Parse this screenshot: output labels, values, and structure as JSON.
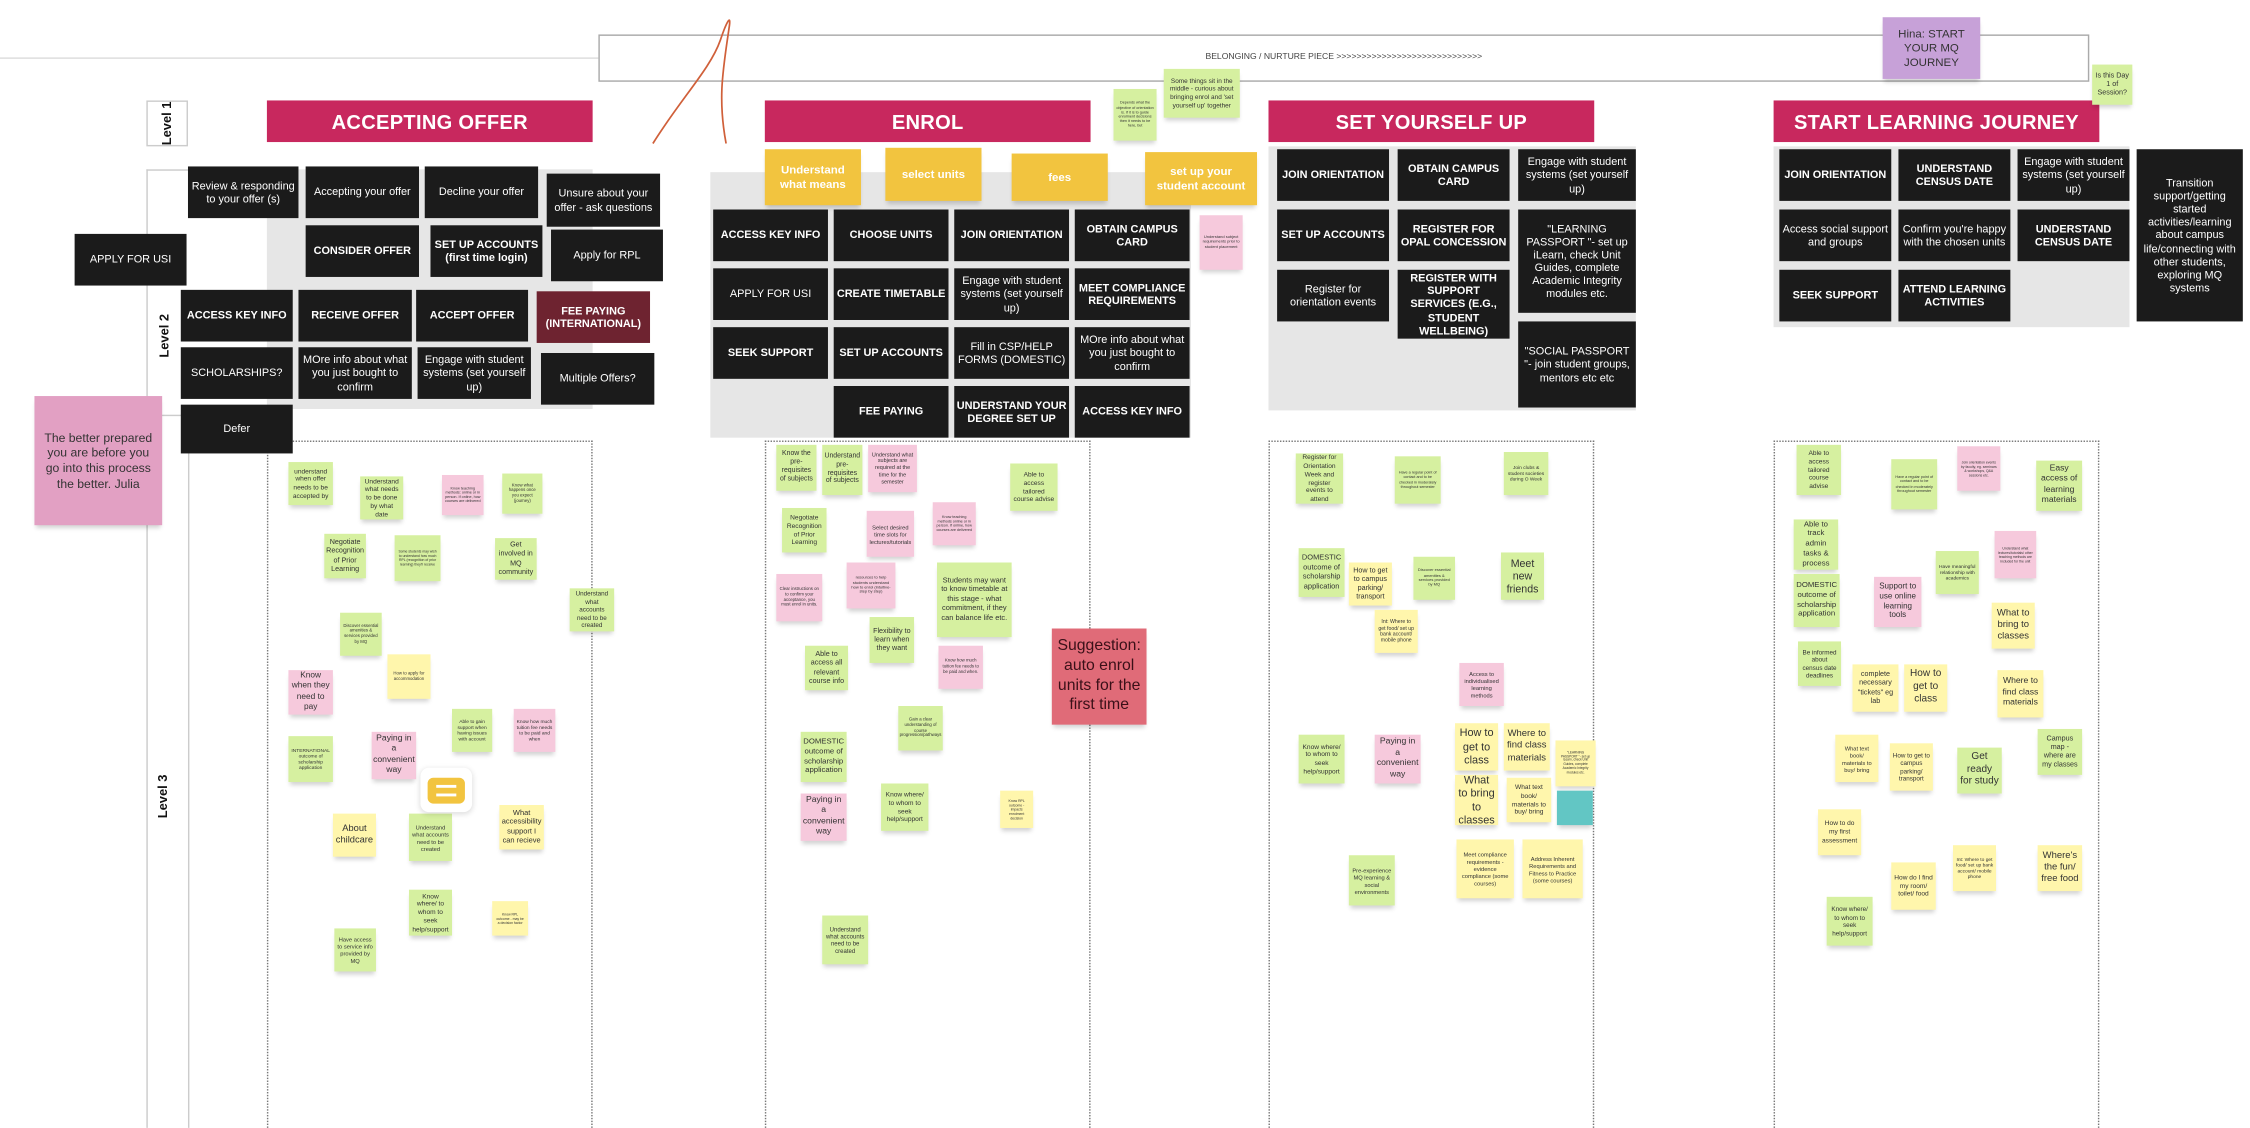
{
  "board": {
    "belonging_label": "BELONGING / NURTURE PIECE >>>>>>>>>>>>>>>>>>>>>>>>>>>>>",
    "level_labels": [
      "Level 1",
      "Level 2",
      "Level 3"
    ],
    "hina_note": "Hina: START YOUR MQ JOURNEY",
    "day1_note": "Is this Day 1 of Session?",
    "julia_note": "The better prepared you are before you go into this process the better. Julia",
    "middle_note": "Some things sit in the middle - curious about bringing enrol and 'set yourself up' together",
    "orientation_note": "Depends what the objective of orientation is. If it is to guide enrolment decisions then it needs to be here, but",
    "chat_icon": "comment-icon"
  },
  "colors": {
    "stage_header": "#c8285e",
    "card": "#1b1b1b",
    "fee_card": "#6e2330",
    "green_note": "#d6f0a0",
    "pink_note": "#f6c9dc",
    "yellow_note": "#fff6ac",
    "suggestion_note": "#e06b78",
    "purple_note": "#c7a1d8"
  },
  "stages": [
    {
      "title": "ACCEPTING OFFER",
      "cards": [
        "Review & responding to your offer (s)",
        "Accepting your offer",
        "Decline your offer",
        "Unsure about your offer - ask questions",
        "APPLY FOR USI",
        "CONSIDER OFFER",
        "SET UP ACCOUNTS (first time login)",
        "Apply for RPL",
        "ACCESS KEY INFO",
        "RECEIVE OFFER",
        "ACCEPT OFFER",
        "FEE PAYING (INTERNATIONAL)",
        "SCHOLARSHIPS?",
        "MOre info about what you just bought to confirm",
        "Engage with student systems (set yourself up)",
        "Multiple Offers?",
        "Defer"
      ],
      "top_notes": [],
      "notes": [
        {
          "text": "understand when offer needs to be accepted by",
          "color": "green"
        },
        {
          "text": "Understand what needs to be done by what date",
          "color": "green"
        },
        {
          "text": "Know teaching methods: online or in person. If online, how courses are delivered",
          "color": "pink"
        },
        {
          "text": "Know what happens once you expect (journey)",
          "color": "green"
        },
        {
          "text": "Negotiate Recognition of Prior Learning",
          "color": "green"
        },
        {
          "text": "Some students may wish to understand how much RPL (recognition of prior learning) they'll receive",
          "color": "green"
        },
        {
          "text": "Get involved in MQ community",
          "color": "green"
        },
        {
          "text": "Understand what accounts need to be created",
          "color": "green"
        },
        {
          "text": "Discover essential amenities & services provided by MQ",
          "color": "green"
        },
        {
          "text": "How to apply for accommodation",
          "color": "yellow"
        },
        {
          "text": "Know when they need to pay",
          "color": "pink"
        },
        {
          "text": "Able to gain support when having issues with account",
          "color": "green"
        },
        {
          "text": "Know how much tuition fee needs to be paid and when",
          "color": "pink"
        },
        {
          "text": "INTERNATIONAL outcome of scholarship application",
          "color": "green"
        },
        {
          "text": "Paying in a convenient way",
          "color": "pink"
        },
        {
          "text": "About childcare",
          "color": "yellow"
        },
        {
          "text": "Understand what accounts need to be created",
          "color": "green"
        },
        {
          "text": "What accessibility support I can recieve",
          "color": "yellow"
        },
        {
          "text": "Know where/ to whom to seek help/support",
          "color": "green"
        },
        {
          "text": "Know RPL outcome - may be a decision factor",
          "color": "yellow"
        },
        {
          "text": "Have access to service info provided by MQ",
          "color": "green"
        }
      ]
    },
    {
      "title": "ENROL",
      "cards": [
        "CREATE TIMETABLE",
        "ACCESS KEY INFO",
        "APPLY FOR USI",
        "CHOOSE UNITS",
        "JOIN ORIENTATION",
        "Engage with student systems (set yourself up)",
        "SEEK SUPPORT",
        "SET UP ACCOUNTS",
        "OBTAIN CAMPUS CARD",
        "ACCESS KEY INFO",
        "Fill in CSP/HELP FORMS (DOMESTIC)",
        "MEET COMPLIANCE REQUIREMENTS",
        "MOre info about what you just bought to confirm",
        "FEE PAYING",
        "UNDERSTAND YOUR DEGREE SET UP"
      ],
      "top_notes": [
        "Understand what means",
        "select units",
        "fees",
        "set up your student account"
      ],
      "notes": [
        {
          "text": "Understand pre-requisites of subjects",
          "color": "green"
        },
        {
          "text": "Know the pre-requisites of subjects",
          "color": "green"
        },
        {
          "text": "Understand what subjects are required at the time for the semester",
          "color": "pink"
        },
        {
          "text": "Able to access tailored course advise",
          "color": "green"
        },
        {
          "text": "Negotiate Recognition of Prior Learning",
          "color": "green"
        },
        {
          "text": "Select desired time slots for lectures/tutorials",
          "color": "pink"
        },
        {
          "text": "Know teaching methods online or in person. If online, how courses are delivered",
          "color": "pink"
        },
        {
          "text": "Clear instructions on to confirm your acceptance, you must enrol in units.",
          "color": "pink"
        },
        {
          "text": "resources to help students understand how to enrol (intuitive-step by step)",
          "color": "pink"
        },
        {
          "text": "Students may want to know timetable at this stage - what commitment, if they can balance life etc.",
          "color": "green"
        },
        {
          "text": "Flexibility to learn when they want",
          "color": "green"
        },
        {
          "text": "Suggestion: auto enrol units for the first time",
          "color": "red"
        },
        {
          "text": "Able to access all relevant course info",
          "color": "green"
        },
        {
          "text": "Know how much tuition fee needs to be paid and when.",
          "color": "pink"
        },
        {
          "text": "Gain a clear understanding of course progression/pathways",
          "color": "green"
        },
        {
          "text": "DOMESTIC outcome of scholarship application",
          "color": "green"
        },
        {
          "text": "Paying in a convenient way",
          "color": "pink"
        },
        {
          "text": "Know where/ to whom to seek help/support",
          "color": "green"
        },
        {
          "text": "Know RPL outcome - impacts enrolment decision",
          "color": "yellow"
        },
        {
          "text": "Understand what accounts need to be created",
          "color": "green"
        },
        {
          "text": "Understand subject requirements prior to student placement",
          "color": "pink"
        }
      ]
    },
    {
      "title": "SET YOURSELF UP",
      "cards": [
        "Engage with student systems (set yourself up)",
        "JOIN ORIENTATION",
        "OBTAIN CAMPUS CARD",
        "\"LEARNING PASSPORT \"- set up iLearn, check Unit Guides, complete Academic Integrity modules etc.",
        "SET UP ACCOUNTS",
        "REGISTER FOR OPAL CONCESSION",
        "Register for orientation events",
        "REGISTER WITH SUPPORT SERVICES (E.G., STUDENT WELLBEING)",
        "\"SOCIAL PASSPORT \"- join student groups, mentors etc etc"
      ],
      "top_notes": [],
      "notes": [
        {
          "text": "Register for Orientation Week and register events to attend",
          "color": "green"
        },
        {
          "text": "Have a regular point of contact and to be checked in moderately throughout semester",
          "color": "green"
        },
        {
          "text": "Join clubs & student societies during O Week",
          "color": "green"
        },
        {
          "text": "DOMESTIC outcome of scholarship application",
          "color": "green"
        },
        {
          "text": "How to get to campus parking/ transport",
          "color": "yellow"
        },
        {
          "text": "Discover essential amenities & services provided by MQ",
          "color": "green"
        },
        {
          "text": "Meet new friends",
          "color": "green"
        },
        {
          "text": "Int: Where to get food/ set up bank account/ mobile phone",
          "color": "yellow"
        },
        {
          "text": "Access to individualised learning methods",
          "color": "pink"
        },
        {
          "text": "Know where/ to whom to seek help/support",
          "color": "green"
        },
        {
          "text": "Paying in a convenient way",
          "color": "pink"
        },
        {
          "text": "How to get to class",
          "color": "yellow"
        },
        {
          "text": "Where to find class materials",
          "color": "yellow"
        },
        {
          "text": "\"LEARNING PASSPORT \"- set up iLearn, check Unit Guides, complete Academic Integrity modules etc.",
          "color": "yellow"
        },
        {
          "text": "",
          "color": "teal"
        },
        {
          "text": "What to bring to classes",
          "color": "yellow"
        },
        {
          "text": "What text book/ materials to buy/ bring",
          "color": "yellow"
        },
        {
          "text": "Meet compliance requirements - evidence compliance (some courses)",
          "color": "yellow"
        },
        {
          "text": "Address Inherent Requirements and Fitness to Practice (some courses)",
          "color": "yellow"
        },
        {
          "text": "Pre-experience MQ learning & social environments",
          "color": "green"
        }
      ]
    },
    {
      "title": "START LEARNING JOURNEY",
      "cards": [
        "JOIN ORIENTATION",
        "UNDERSTAND CENSUS DATE",
        "Engage with student systems (set yourself up)",
        "UNDERSTAND CENSUS DATE",
        "Transition support/getting started activities/learning about campus life/connecting with other students, exploring MQ systems",
        "Access social support and groups",
        "Confirm you're happy with the chosen units",
        "SEEK SUPPORT",
        "ATTEND LEARNING ACTIVITIES"
      ],
      "top_notes": [],
      "notes": [
        {
          "text": "Able to access tailored course advise",
          "color": "green"
        },
        {
          "text": "Have a regular point of contact and to be checked in moderately throughout semester",
          "color": "green"
        },
        {
          "text": "Join orientation events by faculty, eg. seminars & workshops, Q&A sessions etc.",
          "color": "pink"
        },
        {
          "text": "Easy access of learning materials",
          "color": "green"
        },
        {
          "text": "Able to track admin tasks & process",
          "color": "green"
        },
        {
          "text": "Understand what lectures/tutorials/ other teaching methods are included for the unit",
          "color": "pink"
        },
        {
          "text": "Have meaningful relationship with academics",
          "color": "green"
        },
        {
          "text": "DOMESTIC outcome of scholarship application",
          "color": "green"
        },
        {
          "text": "Support to use online learning tools",
          "color": "pink"
        },
        {
          "text": "What to bring to classes",
          "color": "yellow"
        },
        {
          "text": "Be informed about census date deadlines",
          "color": "green"
        },
        {
          "text": "complete necessary \"tickets\" eg lab",
          "color": "yellow"
        },
        {
          "text": "How to get to class",
          "color": "yellow"
        },
        {
          "text": "Where to find class materials",
          "color": "yellow"
        },
        {
          "text": "Campus map - where are my classes",
          "color": "green"
        },
        {
          "text": "What text book/ materials to buy/ bring",
          "color": "yellow"
        },
        {
          "text": "How to get to campus parking/ transport",
          "color": "yellow"
        },
        {
          "text": "Get ready for study",
          "color": "green"
        },
        {
          "text": "How to do my first assessment",
          "color": "yellow"
        },
        {
          "text": "Int: Where to get food/ set up bank account/ mobile phone",
          "color": "yellow"
        },
        {
          "text": "Where's the fun/ free food",
          "color": "yellow"
        },
        {
          "text": "How do I find my room/ toilet/ food",
          "color": "yellow"
        },
        {
          "text": "Know where/ to whom to seek help/support",
          "color": "green"
        }
      ]
    }
  ]
}
